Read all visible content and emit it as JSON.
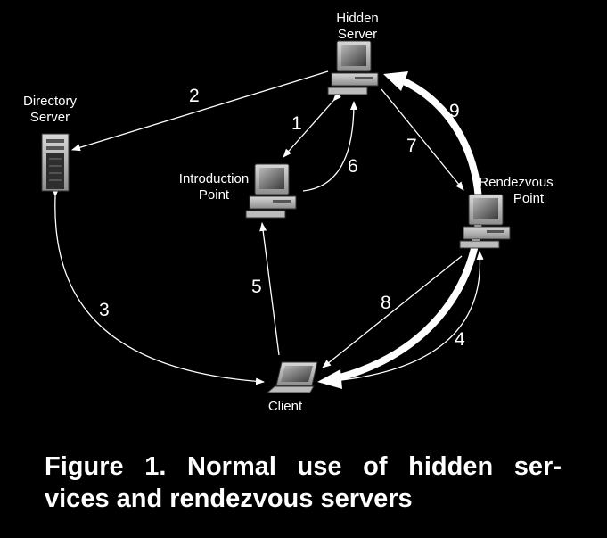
{
  "nodes": {
    "hidden_server": {
      "label_line1": "Hidden",
      "label_line2": "Server"
    },
    "directory_server": {
      "label_line1": "Directory",
      "label_line2": "Server"
    },
    "introduction_point": {
      "label_line1": "Introduction",
      "label_line2": "Point"
    },
    "rendezvous_point": {
      "label_line1": "Rendezvous",
      "label_line2": "Point"
    },
    "client": {
      "label": "Client"
    }
  },
  "edges": [
    {
      "id": "e1",
      "label": "1",
      "from": "Introduction Point",
      "to": "Hidden Server"
    },
    {
      "id": "e2",
      "label": "2",
      "from": "Hidden Server",
      "to": "Directory Server"
    },
    {
      "id": "e3",
      "label": "3",
      "from": "Directory Server",
      "to": "Client"
    },
    {
      "id": "e4",
      "label": "4",
      "from": "Client",
      "to": "Rendezvous Point"
    },
    {
      "id": "e5",
      "label": "5",
      "from": "Client",
      "to": "Introduction Point"
    },
    {
      "id": "e6",
      "label": "6",
      "from": "Introduction Point",
      "to": "Hidden Server"
    },
    {
      "id": "e7",
      "label": "7",
      "from": "Hidden Server",
      "to": "Rendezvous Point"
    },
    {
      "id": "e8",
      "label": "8",
      "from": "Rendezvous Point",
      "to": "Client"
    },
    {
      "id": "e9",
      "label": "9",
      "from": "Client",
      "to": "Hidden Server"
    }
  ],
  "caption": {
    "line1": "Figure 1. Normal use of hidden ser-",
    "line2": "vices and rendezvous servers"
  },
  "colors": {
    "background": "#000000",
    "foreground": "#ffffff"
  }
}
